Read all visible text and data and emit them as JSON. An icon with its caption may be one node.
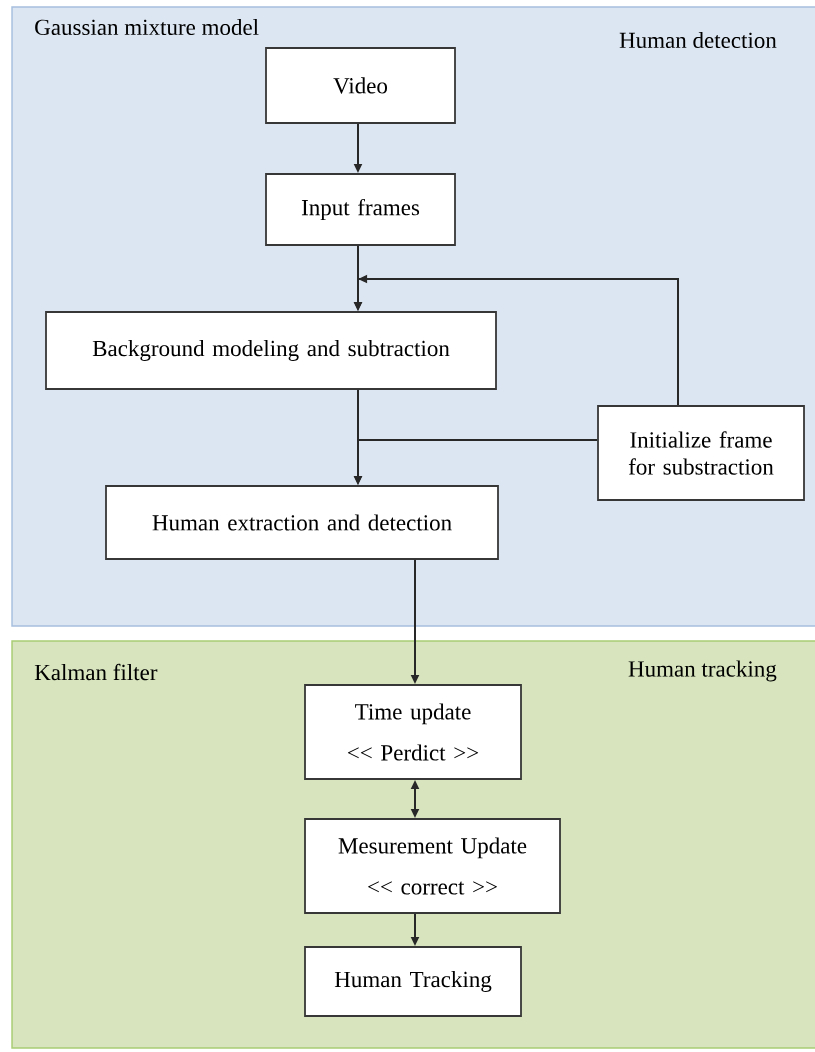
{
  "diagram": {
    "nodes": [
      {
        "text": [
          "Gaussian mixture model",
          "Human detection"
        ]
      },
      {
        "text": [
          "Video"
        ],
        "in": 0
      },
      {
        "text": [
          "Input frames"
        ],
        "in": 0
      },
      {
        "text": [
          "Background modeling and subtraction"
        ],
        "in": 0
      },
      {
        "text": [
          "Initialize frame for substraction"
        ],
        "in": 0
      },
      {
        "text": [
          "Human extraction and detection"
        ],
        "in": 0
      },
      {
        "text": [
          "Kalman filter",
          "Human tracking"
        ]
      },
      {
        "text": [
          "Time update",
          "<< Perdict >>"
        ],
        "in": 6
      },
      {
        "text": [
          "Mesurement Update",
          "<< correct >>"
        ],
        "in": 6
      },
      {
        "text": [
          "Human Tracking"
        ],
        "in": 6
      }
    ],
    "edges": [
      {
        "from": 1,
        "to": 2,
        "arrow": "to"
      },
      {
        "from": 2,
        "to": 3,
        "arrow": "to"
      },
      {
        "from": 4,
        "to": 3,
        "arrow": "to"
      },
      {
        "from": 3,
        "to": 5,
        "arrow": "to"
      },
      {
        "from": 4,
        "to": 5,
        "arrow": "to"
      },
      {
        "from": 5,
        "to": 7,
        "arrow": "to"
      },
      {
        "from": 7,
        "to": 8,
        "arrow": "both"
      },
      {
        "from": 8,
        "to": 9,
        "arrow": "to"
      }
    ]
  }
}
